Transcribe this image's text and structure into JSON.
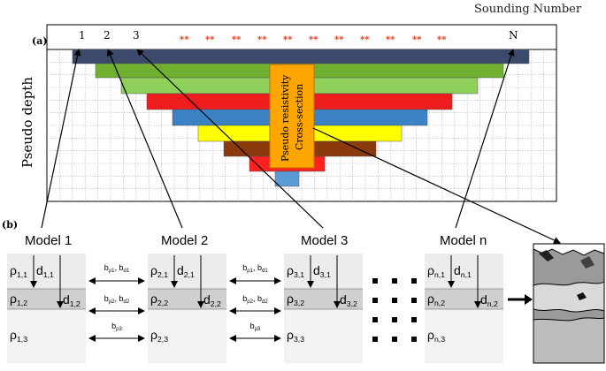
{
  "figure": {
    "header_label": "Sounding Number",
    "panel_a_label": "(a)",
    "panel_b_label": "(b)",
    "yaxis_label": "Pseudo depth",
    "sounding_labels": [
      "1",
      "2",
      "3",
      "N"
    ],
    "ellipsis_marks": "**",
    "section_label_line1": "Pseudo resistivity",
    "section_label_line2": "Cross-section",
    "layer_colors": [
      "#3b4a6b",
      "#70b030",
      "#8fd05a",
      "#ee1c1c",
      "#3b82c4",
      "#ffff00",
      "#8b3a0e",
      "#ff2020",
      "#5b9bd5"
    ]
  },
  "models": [
    {
      "title": "Model 1",
      "rho": [
        [
          "ρ",
          "1,1"
        ],
        [
          "ρ",
          "1,2"
        ],
        [
          "ρ",
          "1,3"
        ]
      ],
      "d": [
        [
          "d",
          "1,1"
        ],
        [
          "d",
          "1,2"
        ]
      ]
    },
    {
      "title": "Model 2",
      "rho": [
        [
          "ρ",
          "2,1"
        ],
        [
          "ρ",
          "2,2"
        ],
        [
          "ρ",
          "2,3"
        ]
      ],
      "d": [
        [
          "d",
          "2,1"
        ],
        [
          "d",
          "2,2"
        ]
      ]
    },
    {
      "title": "Model 3",
      "rho": [
        [
          "ρ",
          "3,1"
        ],
        [
          "ρ",
          "3,2"
        ],
        [
          "ρ",
          "3,3"
        ]
      ],
      "d": [
        [
          "d",
          "3,1"
        ],
        [
          "d",
          "3,2"
        ]
      ]
    },
    {
      "title": "Model n",
      "rho": [
        [
          "ρ",
          "n,1"
        ],
        [
          "ρ",
          "n,2"
        ],
        [
          "ρ",
          "n,3"
        ]
      ],
      "d": [
        [
          "d",
          "n,1"
        ],
        [
          "d",
          "n,2"
        ]
      ]
    }
  ],
  "constraints": [
    {
      "top": [
        [
          "b",
          "ρ1",
          ", "
        ],
        [
          "b",
          "d1",
          ""
        ]
      ],
      "mid": [
        [
          "b",
          "ρ2",
          ", "
        ],
        [
          "b",
          "d2",
          ""
        ]
      ],
      "bot": [
        [
          "b",
          "ρ3",
          ""
        ]
      ]
    },
    {
      "top": [
        [
          "b",
          "ρ1",
          ", "
        ],
        [
          "b",
          "d1",
          ""
        ]
      ],
      "mid": [
        [
          "b",
          "ρ2",
          ", "
        ],
        [
          "b",
          "d2",
          ""
        ]
      ],
      "bot": [
        [
          "b",
          "ρ3",
          ""
        ]
      ]
    }
  ]
}
